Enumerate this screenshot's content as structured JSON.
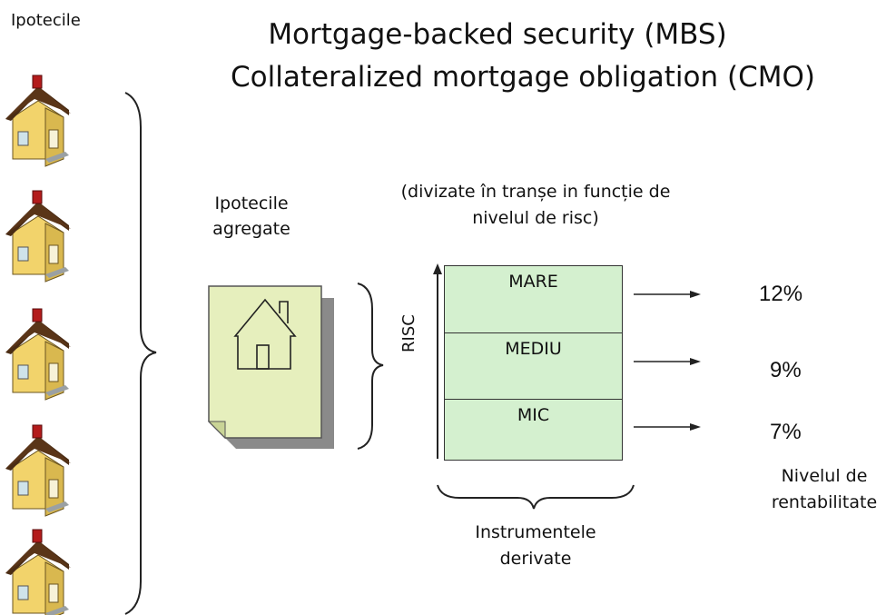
{
  "labels": {
    "houses_heading": "Ipotecile",
    "title_line1": "Mortgage-backed security (MBS)",
    "title_line2": "Collateralized mortgage obligation (CMO)",
    "aggregated_line1": "Ipotecile",
    "aggregated_line2": "agregate",
    "tranches_line1": "(divizate în tranșe in funcție de",
    "tranches_line2": "nivelul de risc)",
    "risk_axis": "RISC",
    "yield_line1": "Nivelul de",
    "yield_line2": "rentabilitate",
    "derivatives_line1": "Instrumentele",
    "derivatives_line2": "derivate"
  },
  "tranches": [
    {
      "name": "MARE",
      "return": "12%"
    },
    {
      "name": "MEDIU",
      "return": "9%"
    },
    {
      "name": "MIC",
      "return": "7%"
    }
  ],
  "colors": {
    "tranche_fill": "#d4f0cf",
    "document_fill": "#e6efbd",
    "house_wall": "#f2d36b",
    "house_roof": "#4a2c14",
    "chimney": "#b31b1b"
  },
  "icons": [
    "house-icon",
    "document-house-icon",
    "arrow-right-icon",
    "brace-icon"
  ]
}
